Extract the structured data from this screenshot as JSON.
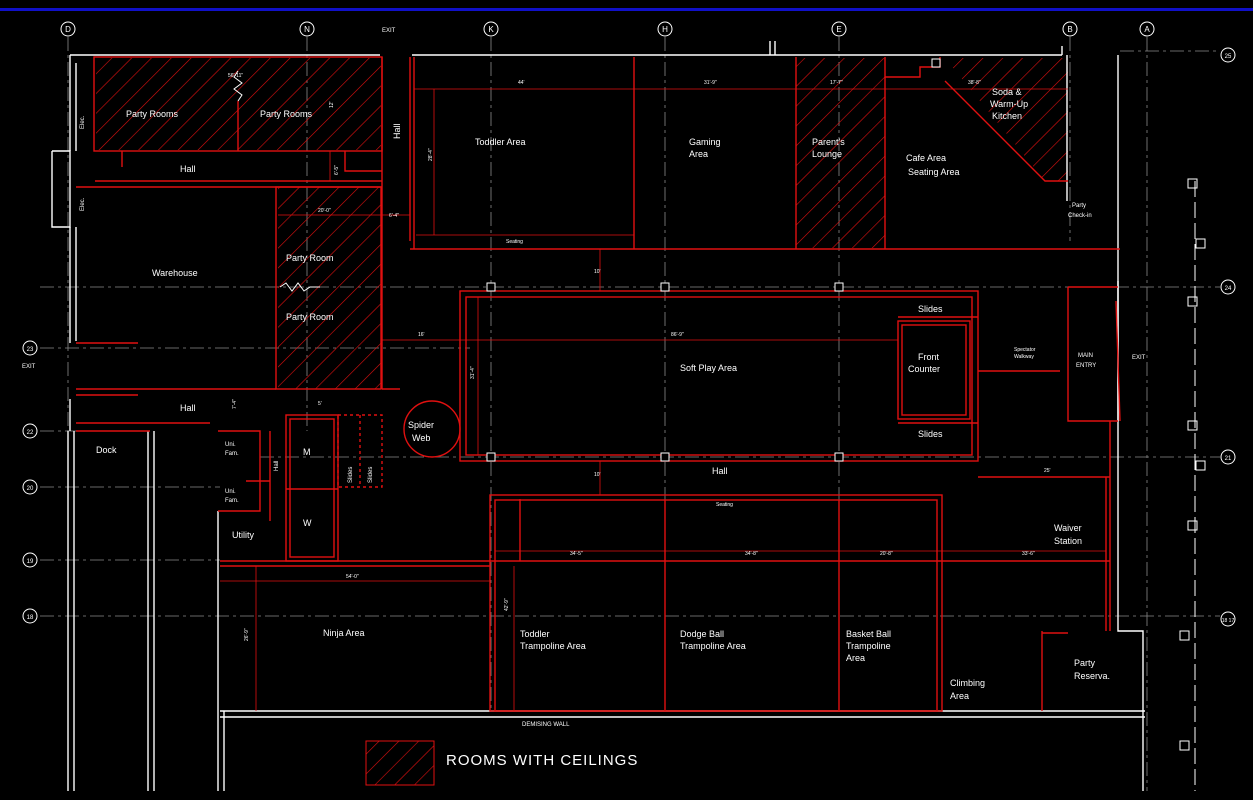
{
  "legend": {
    "label": "ROOMS WITH CEILINGS",
    "hatch_color": "#e01010"
  },
  "colors": {
    "walls": "#ffffff",
    "rooms": "#e01010",
    "background": "#000000",
    "title_bar": "#1010c8"
  },
  "grid_top": [
    "D",
    "N",
    "K",
    "H",
    "E",
    "B",
    "A"
  ],
  "grid_right": [
    "25",
    "24",
    "21",
    "18 17"
  ],
  "grid_left": [
    "23",
    "22",
    "20",
    "19",
    "18"
  ],
  "rooms": {
    "party_rooms_1": "Party Rooms",
    "party_rooms_2": "Party Rooms",
    "elec_top": "Elec.",
    "elec_left": "Elec.",
    "hall_top": "Hall",
    "hall_vertical": "Hall",
    "toddler_area": "Toddler Area",
    "gaming_area_1": "Gaming",
    "gaming_area_2": "Area",
    "parents_lounge_1": "Parent's",
    "parents_lounge_2": "Lounge",
    "cafe_area_1": "Cafe Area",
    "cafe_area_2": "Seating Area",
    "soda_kitchen_1": "Soda &",
    "soda_kitchen_2": "Warm-Up",
    "soda_kitchen_3": "Kitchen",
    "party_checkin_1": "Party",
    "party_checkin_2": "Check-in",
    "warehouse": "Warehouse",
    "party_room_a": "Party Room",
    "party_room_b": "Party Room",
    "slides_top": "Slides",
    "slides_bottom": "Slides",
    "front_counter_1": "Front",
    "front_counter_2": "Counter",
    "soft_play": "Soft Play Area",
    "main_entry_1": "MAIN",
    "main_entry_2": "ENTRY",
    "exit_right": "EXIT",
    "exit_left": "EXIT",
    "exit_top": "EXIT",
    "hall_left": "Hall",
    "spider_web_1": "Spider",
    "spider_web_2": "Web",
    "dock": "Dock",
    "uni_fam_1a": "Uni.",
    "uni_fam_1b": "Fam.",
    "uni_fam_2a": "Uni.",
    "uni_fam_2b": "Fam.",
    "hall_small": "Hall",
    "m_label": "M",
    "w_label": "W",
    "slides_v1": "Slides",
    "slides_v2": "Slides",
    "utility": "Utility",
    "hall_center": "Hall",
    "waiver_1": "Waiver",
    "waiver_2": "Station",
    "seating_top": "Seating",
    "seating_mid": "Seating",
    "ninja": "Ninja Area",
    "toddler_tramp_1": "Toddler",
    "toddler_tramp_2": "Trampoline Area",
    "dodge_1": "Dodge Ball",
    "dodge_2": "Trampoline Area",
    "basket_1": "Basket Ball",
    "basket_2": "Trampoline",
    "basket_3": "Area",
    "climbing_1": "Climbing",
    "climbing_2": "Area",
    "party_res_1": "Party",
    "party_res_2": "Reserva.",
    "demising_wall": "DEMISING WALL",
    "spectator_1": "Spectator",
    "spectator_2": "Walkway"
  },
  "dimensions": {
    "d_44": "44'",
    "d_31_9": "31'-9\"",
    "d_17_7": "17'-7\"",
    "d_38_8": "38'-8\"",
    "d_20_0": "20'-0\"",
    "d_6_4": "6'-4\"",
    "d_16": "16'",
    "d_86_9": "86'-9\"",
    "d_34_5": "34'-5\"",
    "d_34_8": "34'-8\"",
    "d_20_8": "20'-8\"",
    "d_33_6": "33'-6\"",
    "d_54_0": "54'-0\"",
    "d_25": "25'",
    "d_26_9": "26'-9\"",
    "d_42_9": "42'-9\"",
    "d_31_4": "31'-4\"",
    "d_6_5": "6'-5\"",
    "d_7_4": "7'-4\"",
    "d_56_11": "56'-11\"",
    "d_28_4": "28'-4\"",
    "d_12": "12'",
    "d_10_a": "10'",
    "d_10_b": "10'",
    "d_5": "5'"
  }
}
